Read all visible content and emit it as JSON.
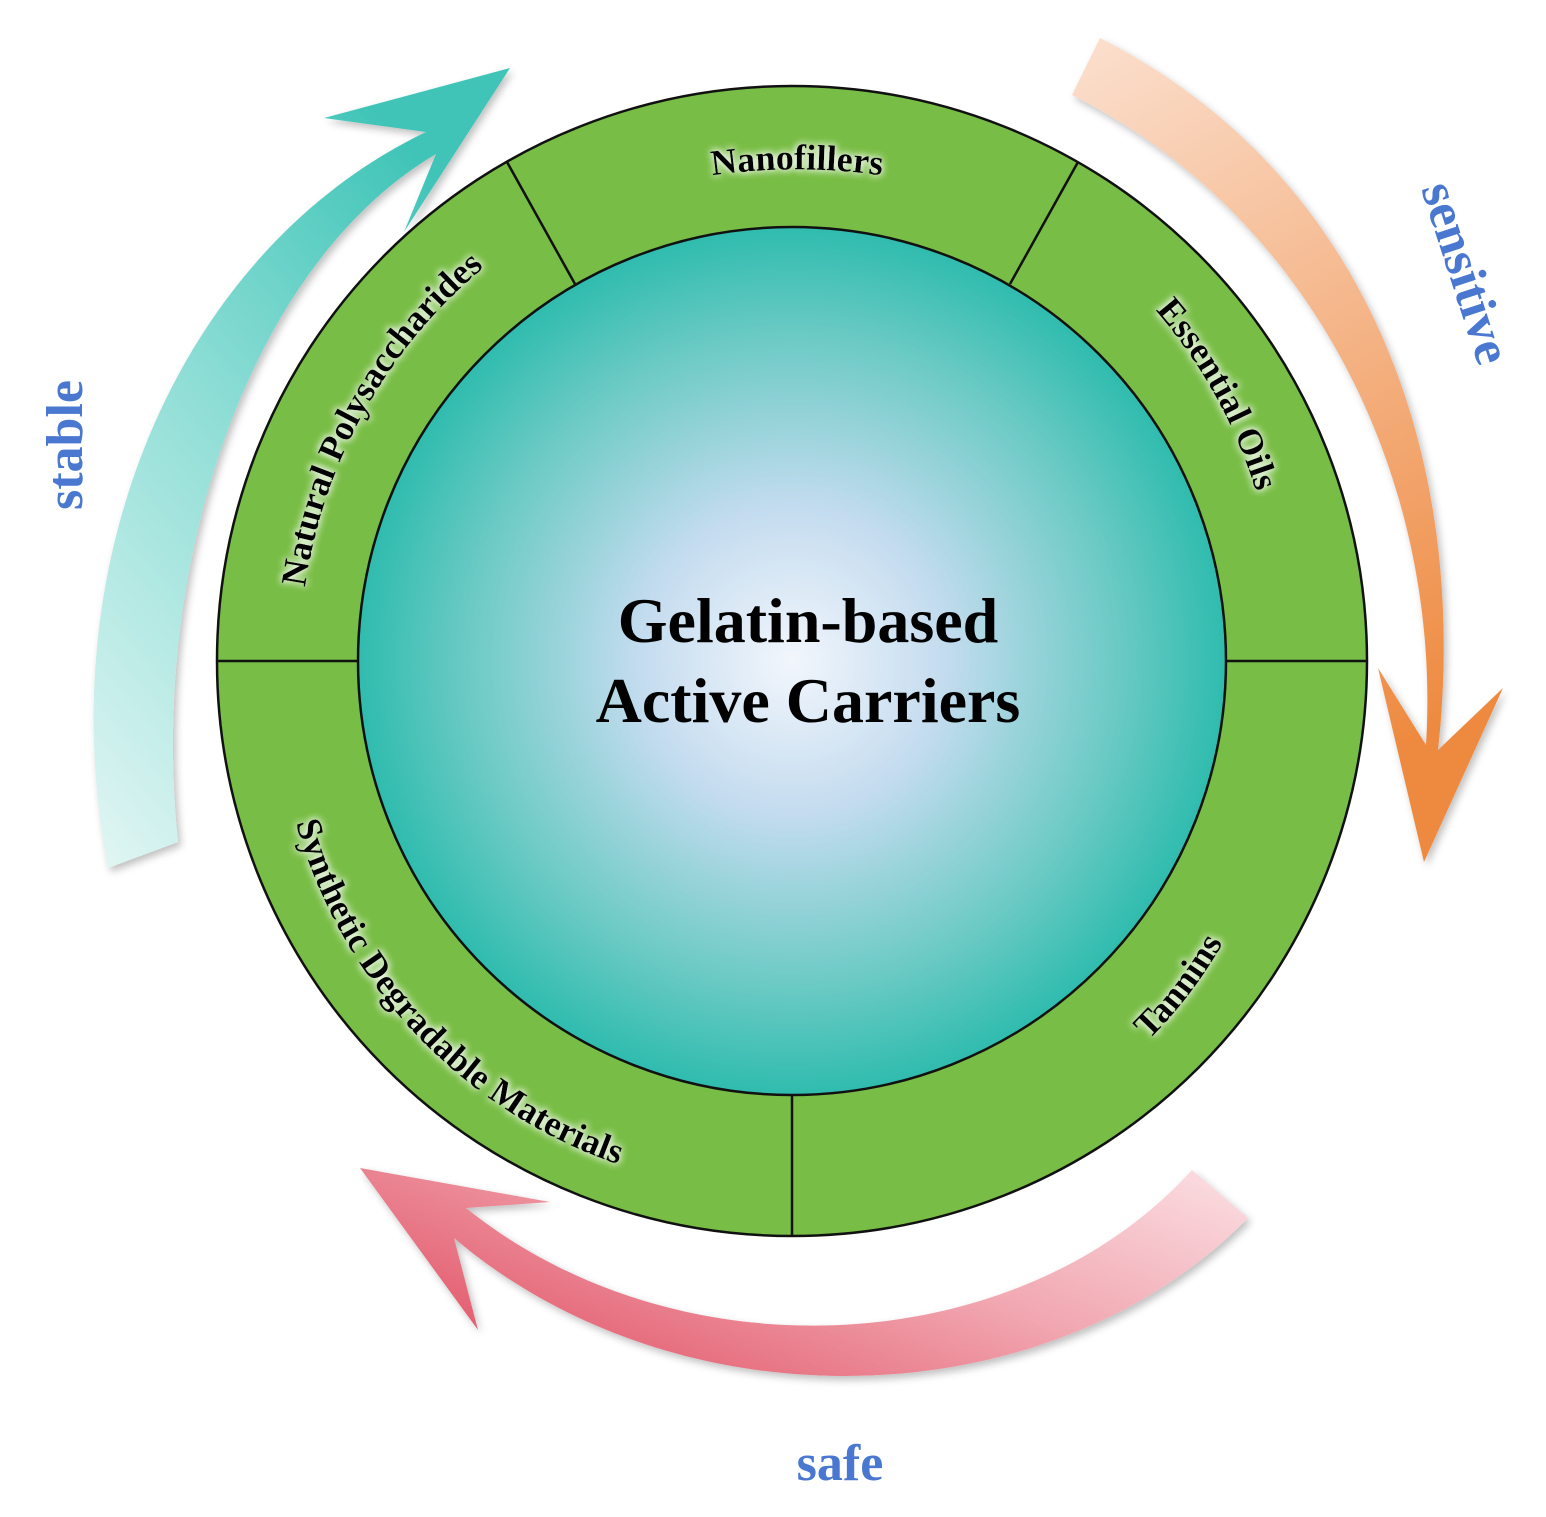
{
  "center": {
    "title_line1": "Gelatin-based",
    "title_line2": "Active Carriers"
  },
  "segments": {
    "nanofillers": "Nanofillers",
    "essential_oils": "Essential Oils",
    "tannins": "Tannins",
    "synthetic": "Synthetic Degradable Materials",
    "polysaccharides": "Natural Polysaccharides"
  },
  "arrows": {
    "stable": "stable",
    "sensitive": "sensitive",
    "safe": "safe"
  },
  "colors": {
    "ring_green": "#78bd45",
    "center_teal": "#3cbfb4",
    "center_light": "#eef4fb",
    "arrow_teal": "#4ec9bd",
    "arrow_orange": "#ef9450",
    "arrow_pink": "#e8707f",
    "word_blue": "#4a78d1"
  }
}
